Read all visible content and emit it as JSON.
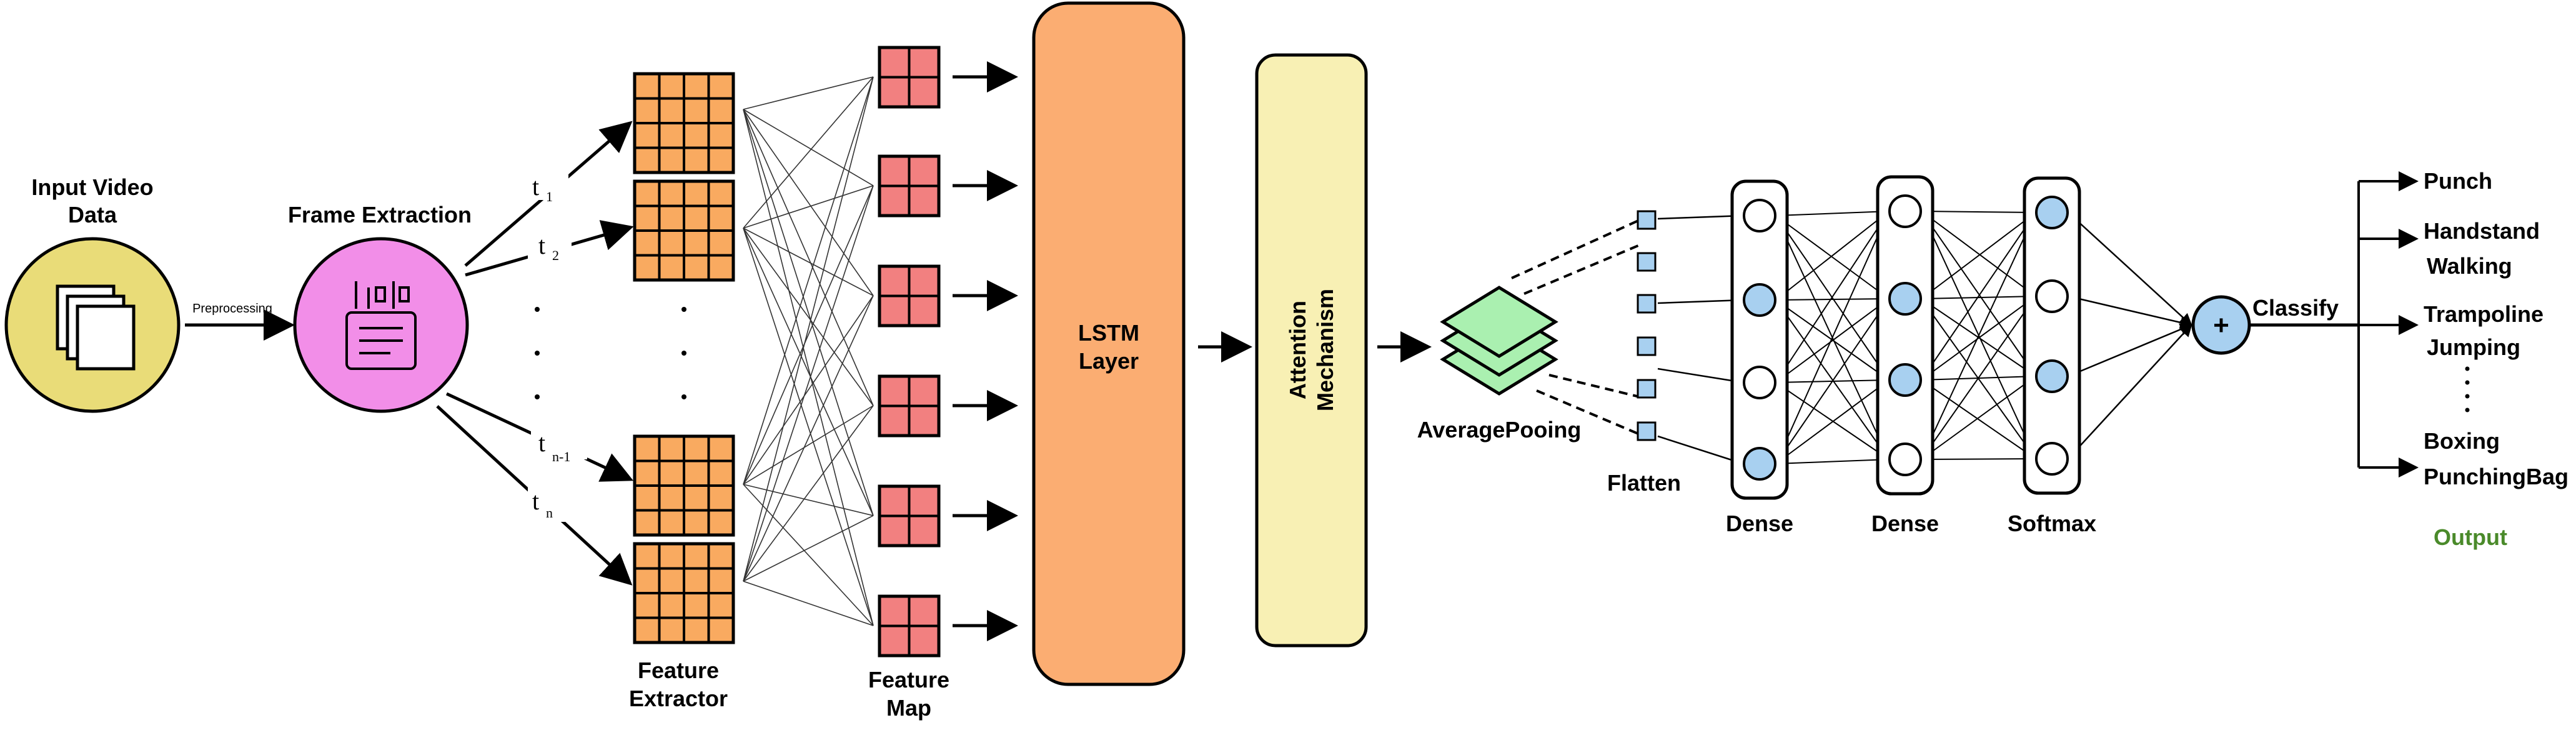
{
  "stages": {
    "input": {
      "label_line1": "Input Video",
      "label_line2": "Data",
      "arrow_label": "Preprocessing"
    },
    "frames": {
      "label": "Frame Extraction",
      "t1": "t",
      "t1_sub": "1",
      "t2": "t",
      "t2_sub": "2",
      "tn1": "t",
      "tn1_sub": "n-1",
      "tn": "t",
      "tn_sub": "n"
    },
    "extractor": {
      "label_line1": "Feature",
      "label_line2": "Extractor"
    },
    "featuremap": {
      "label_line1": "Feature",
      "label_line2": "Map"
    },
    "lstm": {
      "label_line1": "LSTM",
      "label_line2": "Layer"
    },
    "attention": {
      "label_line1": "Attention",
      "label_line2": "Mechanism"
    },
    "pooling": {
      "label": "AveragePooing"
    },
    "flatten": {
      "label": "Flatten"
    },
    "dense1": {
      "label": "Dense"
    },
    "dense2": {
      "label": "Dense"
    },
    "softmax": {
      "label": "Softmax"
    },
    "classify": {
      "label": "Classify",
      "symbol": "+"
    }
  },
  "outputs": {
    "items": [
      {
        "line1": "Punch",
        "line2": ""
      },
      {
        "line1": "Handstand",
        "line2": "Walking"
      },
      {
        "line1": "Trampoline",
        "line2": "Jumping"
      },
      {
        "line1": "Boxing",
        "line2": "PunchingBag"
      }
    ],
    "title": "Output"
  },
  "colors": {
    "input_circle": "#e9dc78",
    "frame_circle": "#f28ee8",
    "extractor_grid": "#f9aa60",
    "featuremap_grid": "#f28080",
    "lstm": "#fbad72",
    "attention": "#f8f0b4",
    "pooling": "#aaf0b0",
    "flatten_square": "#a8d0f0",
    "node_blue": "#a8d0f0",
    "output_green": "#4a8a2a"
  }
}
